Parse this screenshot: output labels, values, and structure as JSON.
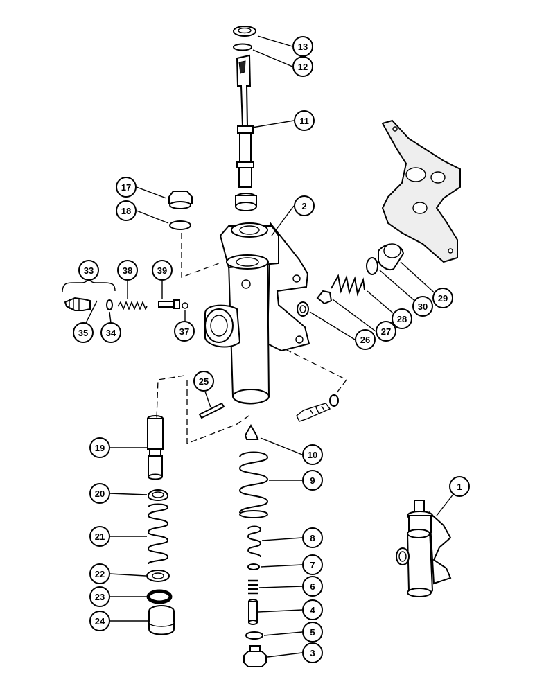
{
  "callouts": {
    "c1": "1",
    "c2": "2",
    "c3": "3",
    "c4": "4",
    "c5": "5",
    "c6": "6",
    "c7": "7",
    "c8": "8",
    "c9": "9",
    "c10": "10",
    "c11": "11",
    "c12": "12",
    "c13": "13",
    "c17": "17",
    "c18": "18",
    "c19": "19",
    "c20": "20",
    "c21": "21",
    "c22": "22",
    "c23": "23",
    "c24": "24",
    "c25": "25",
    "c26": "26",
    "c27": "27",
    "c28": "28",
    "c29": "29",
    "c30": "30",
    "c33": "33",
    "c34": "34",
    "c35": "35",
    "c37": "37",
    "c38": "38",
    "c39": "39"
  },
  "colors": {
    "line": "#000000",
    "background": "#ffffff"
  }
}
